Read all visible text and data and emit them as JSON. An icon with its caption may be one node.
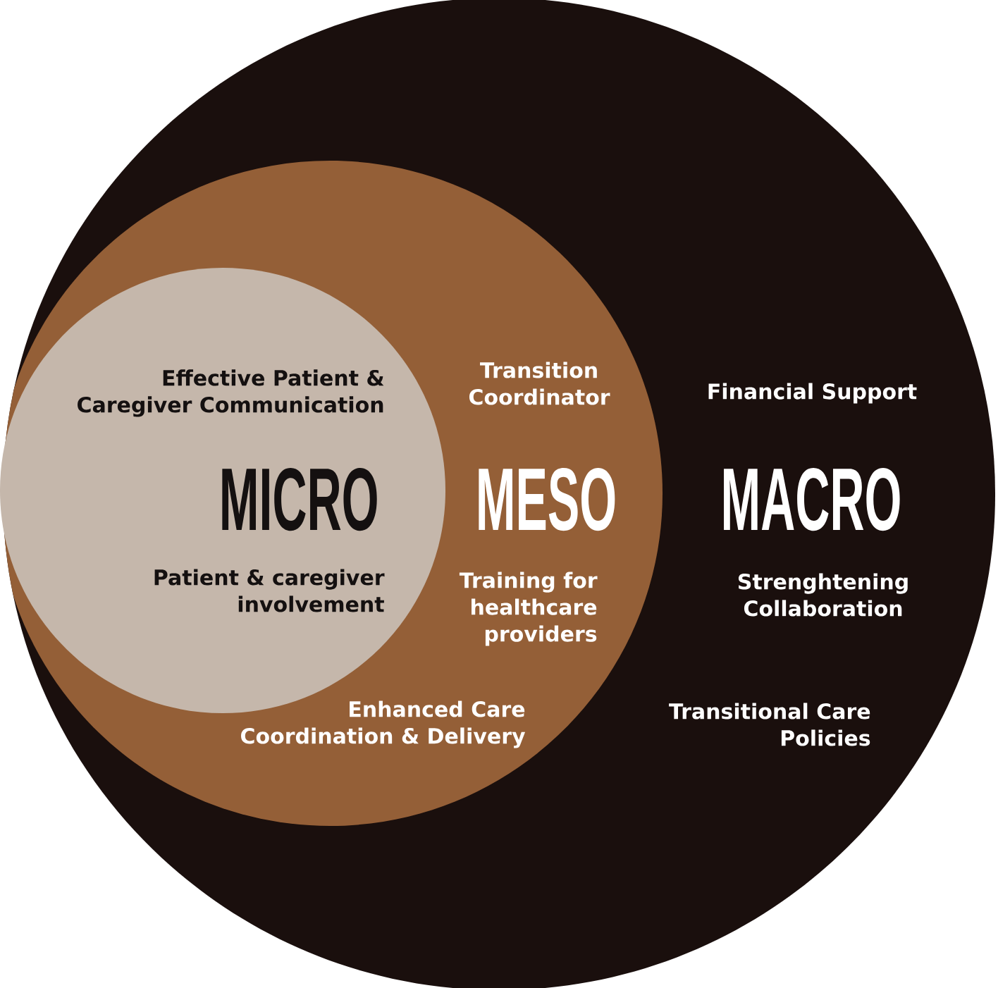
{
  "diagram": {
    "nodes": [
      {
        "text": [
          "Financial Support",
          "MACRO",
          "Strenghtening Collaboration",
          "Transitional Care Policies"
        ]
      },
      {
        "text": [
          "Transition Coordinator",
          "MESO",
          "Training for healthcare providers",
          "Enhanced Care Coordination & Delivery"
        ],
        "in": 0
      },
      {
        "text": [
          "Effective Patient & Caregiver Communication",
          "MICRO",
          "Patient & caregiver involvement"
        ],
        "in": 1
      }
    ]
  }
}
